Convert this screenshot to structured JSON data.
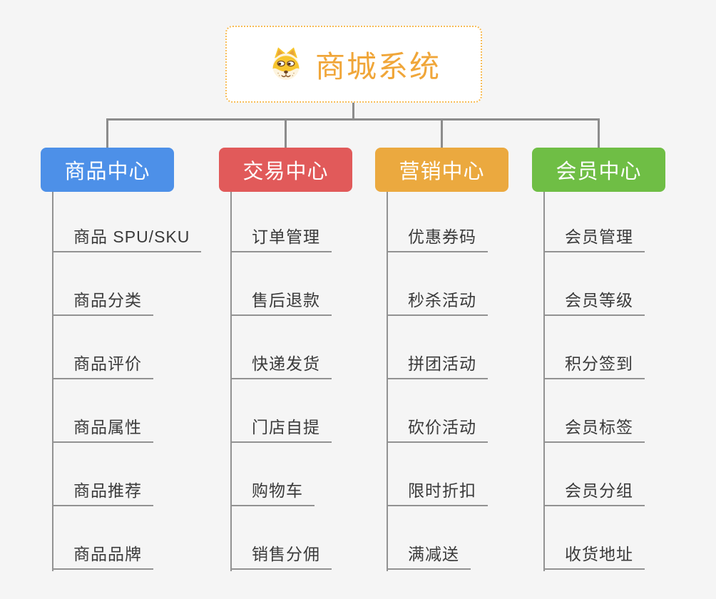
{
  "root": {
    "title": "商城系统",
    "icon": "dog-face-icon"
  },
  "branches": [
    {
      "label": "商品中心",
      "color": "#4D90E8",
      "items": [
        "商品 SPU/SKU",
        "商品分类",
        "商品评价",
        "商品属性",
        "商品推荐",
        "商品品牌"
      ]
    },
    {
      "label": "交易中心",
      "color": "#E15A5A",
      "items": [
        "订单管理",
        "售后退款",
        "快递发货",
        "门店自提",
        "购物车",
        "销售分佣"
      ]
    },
    {
      "label": "营销中心",
      "color": "#EBA93F",
      "items": [
        "优惠券码",
        "秒杀活动",
        "拼团活动",
        "砍价活动",
        "限时折扣",
        "满减送"
      ]
    },
    {
      "label": "会员中心",
      "color": "#6FBE45",
      "items": [
        "会员管理",
        "会员等级",
        "积分签到",
        "会员标签",
        "会员分组",
        "收货地址"
      ]
    }
  ],
  "colors": {
    "background": "#F5F5F5",
    "connector": "#8C8C8C",
    "item_line": "#929292",
    "root_border": "#F7BC55",
    "root_text": "#F0A639",
    "item_text": "#3A3A3A"
  }
}
